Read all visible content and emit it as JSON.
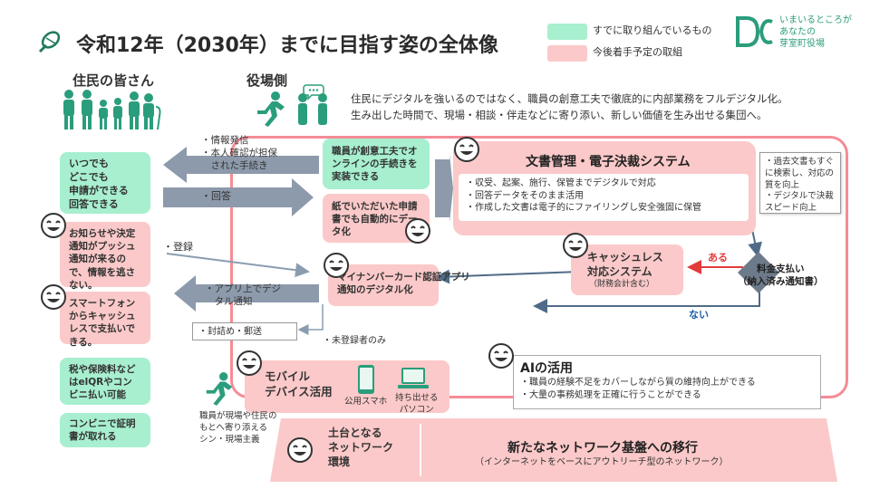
{
  "header": {
    "title": "令和12年（2030年）までに目指す姿の全体像",
    "legend_done": "すでに取り組んでいるもの",
    "legend_planned": "今後着手予定の取組",
    "logo_line1": "いまいるところが",
    "logo_line2": "あなたの",
    "logo_line3": "芽室町役場",
    "colors": {
      "done": "#a7efcf",
      "planned": "#fbc9c9",
      "accent": "#f58c96",
      "navy": "#1f3b6e",
      "teal": "#2a9d7c"
    }
  },
  "residents": {
    "heading": "住民の皆さん",
    "anytime": "いつでも\nどこでも\n申請ができる\n回答できる",
    "push": "お知らせや決定通知がプッシュ通知が来るので、情報を逃さない。",
    "cashless": "スマートフォンからキャッシュレスで支払いできる。",
    "qr": "税や保険料などはelQRやコンビニ払い可能",
    "convenience": "コンビニで証明書が取れる"
  },
  "office": {
    "heading": "役場側",
    "vision_line1": "住民にデジタルを強いるのではなく、職員の創意工夫で徹底的に内部業務をフルデジタル化。",
    "vision_line2": "生み出した時間で、現場・相談・伴走などに寄り添い、新しい価値を生み出せる集団へ。"
  },
  "arrows": {
    "info": "・情報発信\n・本人確認が担保\n　された手続き",
    "answer": "・回答",
    "register": "・登録",
    "app_notice": "・アプリ上でデジ\n　タル通知",
    "mail": "・封詰め・郵送",
    "unregistered": "・未登録者のみ",
    "yes": "ある",
    "no": "ない"
  },
  "boxes": {
    "online": "職員が創意工夫でオンラインの手続きを実装できる",
    "paper": "紙でいただいた申請書でも自動的にデータ化",
    "doc_title": "文書管理・電子決裁システム",
    "doc_items": [
      "・収受、起案、施行、保管までデジタルで対応",
      "・回答データをそのまま活用",
      "・作成した文書は電子的にファイリングし安全強固に保管"
    ],
    "doc_note": "・過去文書もすぐに検索し、対応の質を向上\n・デジタルで決裁スピード向上",
    "cashless_title": "キャッシュレス\n対応システム",
    "cashless_sub": "（財務会計含む）",
    "fee": "料金支払い\n（納入済み通知書）",
    "mynumber": "マイナンバーカード認証アプリ\n通知のデジタル化",
    "ai_title": "AIの活用",
    "ai_items": [
      "・職員の経験不足をカバーしながら質の維持向上ができる",
      "・大量の事務処理を正確に行うことができる"
    ],
    "mobile_title": "モバイル\nデバイス活用",
    "phone_label": "公用スマホ",
    "pc_label": "持ち出せる\nパソコン",
    "field_note": "職員が現場や住民の\nもとへ寄り添える\nシン・現場主義",
    "network_left": "土台となる\nネットワーク\n環境",
    "network_title": "新たなネットワーク基盤への移行",
    "network_sub": "（インターネットをベースにアウトリーチ型のネットワーク）"
  }
}
